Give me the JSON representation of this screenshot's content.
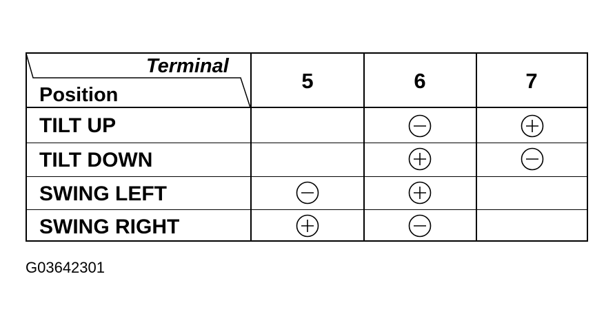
{
  "table": {
    "header": {
      "terminal_label": "Terminal",
      "position_label": "Position",
      "columns": [
        "5",
        "6",
        "7"
      ]
    },
    "rows": [
      {
        "label": "TILT UP",
        "cells": [
          "",
          "-",
          "+"
        ]
      },
      {
        "label": "TILT DOWN",
        "cells": [
          "",
          "+",
          "-"
        ]
      },
      {
        "label": "SWING LEFT",
        "cells": [
          "-",
          "+",
          ""
        ]
      },
      {
        "label": "SWING RIGHT",
        "cells": [
          "+",
          "-",
          ""
        ]
      }
    ]
  },
  "figure_code": "G03642301"
}
